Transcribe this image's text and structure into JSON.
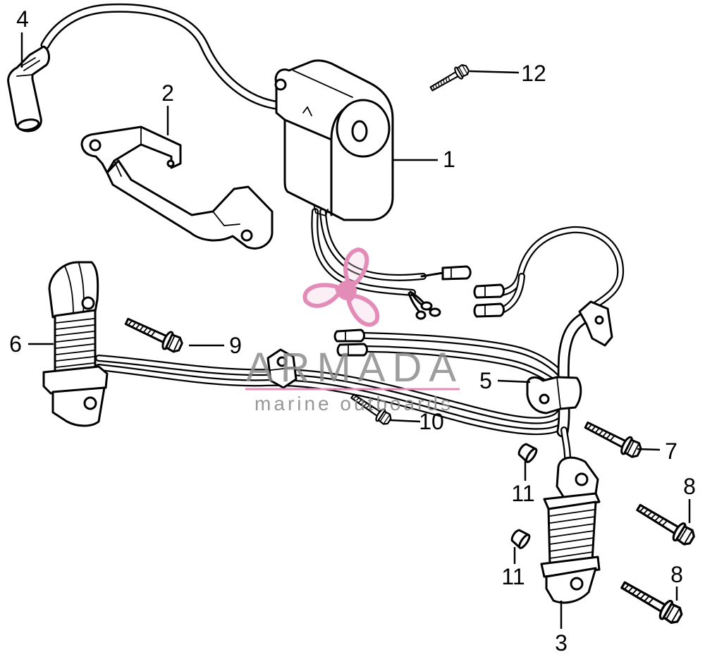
{
  "callouts": [
    "1",
    "2",
    "3",
    "4",
    "5",
    "6",
    "7",
    "8",
    "8",
    "9",
    "10",
    "11",
    "11",
    "12"
  ],
  "watermark": {
    "brand": "ARMADA",
    "tagline": "marine outboards"
  },
  "colors": {
    "line": "#000000",
    "background": "#ffffff",
    "watermark_pink": "#e48cb8",
    "watermark_grey": "#8c8c8c"
  }
}
